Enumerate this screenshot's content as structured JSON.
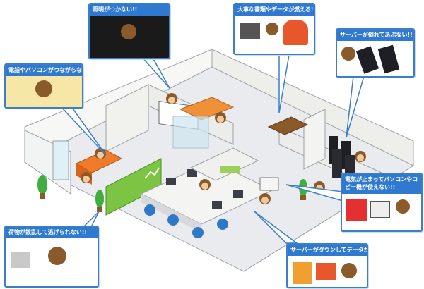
{
  "callouts": {
    "lighting": "照明がつかない!!",
    "documents": "大事な書類やデータが燃える!!",
    "server_fall": "サーバーが倒れてあぶない!!",
    "phone_pc": "電話やパソコンがつながらない!!",
    "power": "電気が止まってパソコンやコピー機が使えない!!",
    "escape": "荷物が散乱して逃げられない!!",
    "server_down": "サーバーがダウンしてデータが壊れた!"
  },
  "colors": {
    "callout_border": "#3a7fc7",
    "callout_caption_bg": "#2f7ad0",
    "floor": "#e9ebee",
    "wall": "#f4f4f2",
    "desk_blue": "#2e78c8",
    "green_panel": "#7cc443",
    "orange_counter": "#f07c2b",
    "server_black": "#1e1f24",
    "panel_yellow": "#f7e7a6"
  },
  "icons": {
    "monkey": "monkey-mascot-icon",
    "server": "server-rack-icon",
    "fire": "fire-icon",
    "plant": "potted-plant-icon",
    "chair": "office-chair-icon"
  }
}
